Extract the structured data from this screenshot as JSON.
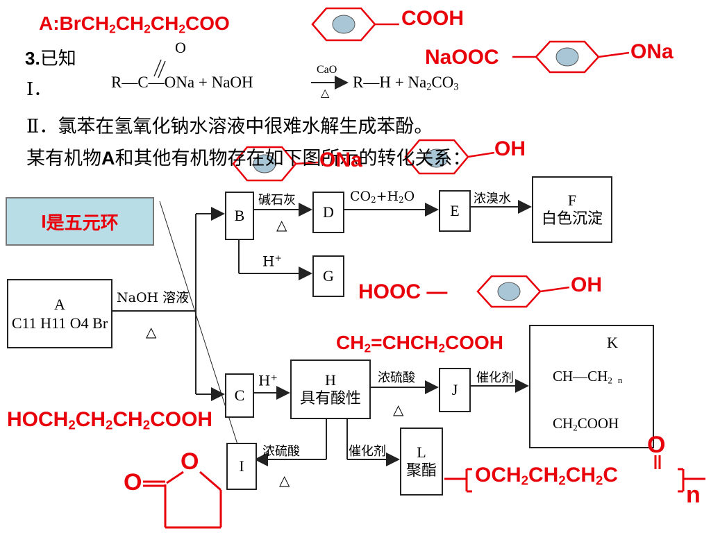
{
  "top": {
    "a_structure_prefix": "A:BrCH",
    "a_structure_sub1": "2",
    "a_structure_mid1": "CH",
    "a_structure_sub2": "2",
    "a_structure_mid2": "CH",
    "a_structure_sub3": "2",
    "a_structure_end": "COO",
    "cooh_label": "COOH",
    "naooc_label": "NaOOC",
    "ona_label": "ONa"
  },
  "known": {
    "number": "3.",
    "title": "已知",
    "item1_marker": "Ⅰ．",
    "eq_o": "O",
    "eq_left": "R—C—ONa + NaOH",
    "eq_cond_top": "CaO",
    "eq_cond_bottom": "△",
    "eq_right": "R—H + Na",
    "eq_right_sub": "2",
    "eq_right_end": "CO",
    "eq_right_sub2": "3",
    "item2": "Ⅱ．氯苯在氢氧化钠水溶液中很难水解生成苯酚。",
    "item3_a": "某有机物",
    "item3_b": "A",
    "item3_c": "和其他有机物存在如下图所示的转化关系：",
    "overlay_ona": "ONa",
    "overlay_oh": "OH"
  },
  "note": {
    "bold_i": "I",
    "text": "是五元环"
  },
  "boxes": {
    "A_line1": "A",
    "A_line2": "C11 H11 O4 Br",
    "B": "B",
    "C": "C",
    "D": "D",
    "E": "E",
    "F_line1": "F",
    "F_line2": "白色沉淀",
    "G": "G",
    "H_line1": "H",
    "H_line2": "具有酸性",
    "I": "I",
    "J": "J",
    "K": "K",
    "K_poly_line1": "CH—CH",
    "K_poly_sub": "2",
    "K_poly_n": "n",
    "K_poly_line2": "CH",
    "K_poly_line2_sub": "2",
    "K_poly_line2_end": "COOH",
    "L_line1": "L",
    "L_line2": "聚酯"
  },
  "conditions": {
    "naoh": "NaOH 溶液",
    "heat": "△",
    "soda_lime": "碱石灰",
    "co2_h2o": "CO",
    "co2_sub": "2",
    "co2_rest": "+H",
    "h2o_sub": "2",
    "h2o_end": "O",
    "bromine_water": "浓溴水",
    "h_plus": "H",
    "plus": "+",
    "conc_h2so4": "浓硫酸",
    "catalyst": "催化剂"
  },
  "annotations": {
    "hooc_oh_left": "HOOC —",
    "hooc_oh_right": "OH",
    "j_structure": "CH",
    "j_sub1": "2",
    "j_mid": "=CHCH",
    "j_sub2": "2",
    "j_end": "COOH",
    "h_structure": "HOCH",
    "h_sub1": "2",
    "h_mid1": "CH",
    "h_sub2": "2",
    "h_mid2": "CH",
    "h_sub3": "2",
    "h_end": "COOH",
    "lactone_o_top": "O",
    "lactone_o_left": "O",
    "polyester_text": "OCH",
    "polyester_sub1": "2",
    "polyester_mid1": "CH",
    "polyester_sub2": "2",
    "polyester_mid2": "CH",
    "polyester_sub3": "2",
    "polyester_c": "C",
    "polyester_o": "O",
    "polyester_n": "n"
  },
  "colors": {
    "annotation_red": "#e8000b",
    "note_fill": "#b8dde6",
    "benzene_fill": "#a9c6d6"
  }
}
